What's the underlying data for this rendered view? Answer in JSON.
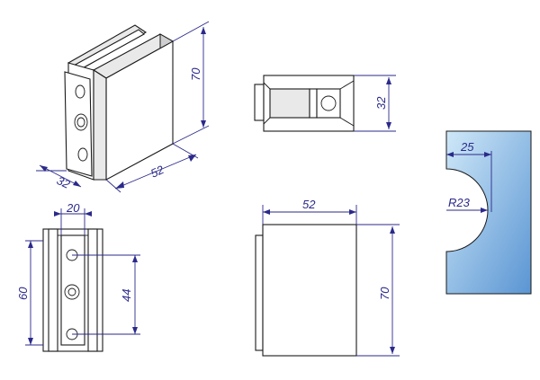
{
  "dimensions": {
    "iso_height": "70",
    "iso_depth": "32",
    "iso_width": "52",
    "top_depth": "32",
    "side_width": "20",
    "side_height": "60",
    "side_hole_spacing": "44",
    "front_width": "52",
    "front_height": "70",
    "cutout_width": "25",
    "cutout_radius": "R23"
  },
  "colors": {
    "ink": "#1a1a1a",
    "dimension": "#2b2a8a",
    "glass_light": "#bfe0f6",
    "glass_dark": "#5f9ad6"
  }
}
